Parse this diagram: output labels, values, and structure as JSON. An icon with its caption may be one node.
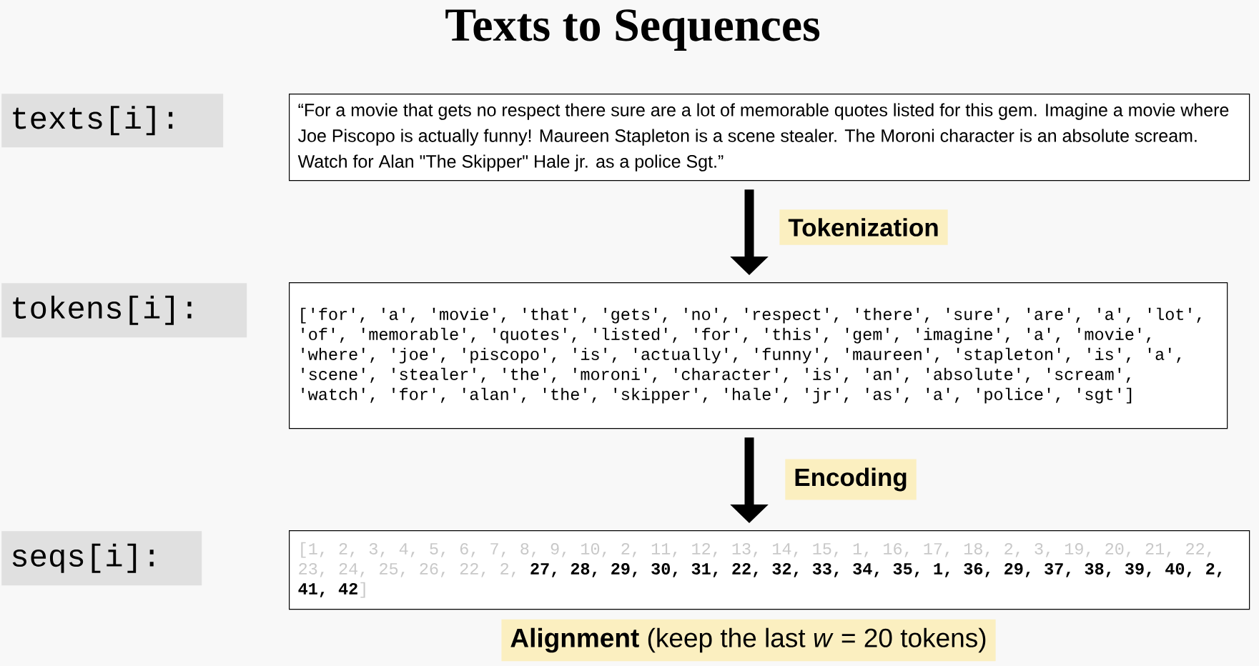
{
  "diagram": {
    "title": "Texts to Sequences",
    "nodes": [
      {
        "text": [
          "texts[i]:"
        ]
      },
      {
        "text": [
          "“For a movie that gets no respect there sure are a lot of memorable quotes listed for this gem. Imagine a movie where Joe Piscopo is actually funny! Maureen Stapleton is a scene stealer. The Moroni character is an absolute scream. Watch for Alan \"The Skipper\" Hale jr. as a police Sgt.”"
        ]
      },
      {
        "text": [
          "tokens[i]:"
        ]
      },
      {
        "text": [
          "['for', 'a', 'movie', 'that', 'gets', 'no', 'respect', 'there', 'sure', 'are', 'a', 'lot', 'of', 'memorable', 'quotes', 'listed', 'for', 'this', 'gem', 'imagine', 'a', 'movie', 'where', 'joe', 'piscopo', 'is', 'actually', 'funny', 'maureen', 'stapleton', 'is', 'a', 'scene', 'stealer', 'the', 'moroni', 'character', 'is', 'an', 'absolute', 'scream', 'watch', 'for', 'alan', 'the', 'skipper', 'hale', 'jr', 'as', 'a', 'police', 'sgt']"
        ]
      },
      {
        "text": [
          "seqs[i]:"
        ]
      },
      {
        "text": [
          "[1, 2, 3, 4, 5, 6, 7, 8, 9, 10, 2, 11, 12, 13, 14, 15, 1, 16, 17, 18, 2, 3, 19, 20, 21, 22, 23, 24, 25, 26, 22, 2,",
          "27, 28, 29, 30, 31, 22, 32, 33, 34, 35, 1, 36, 29, 37, 38, 39, 40, 2, 41, 42",
          "]"
        ]
      }
    ],
    "edges": [
      {
        "from": 1,
        "to": 3,
        "arrow": "to",
        "label": "Tokenization"
      },
      {
        "from": 3,
        "to": 5,
        "arrow": "to",
        "label": "Encoding"
      }
    ],
    "labels": [
      "**Alignment** (keep the last *w* = 20 tokens)"
    ]
  }
}
